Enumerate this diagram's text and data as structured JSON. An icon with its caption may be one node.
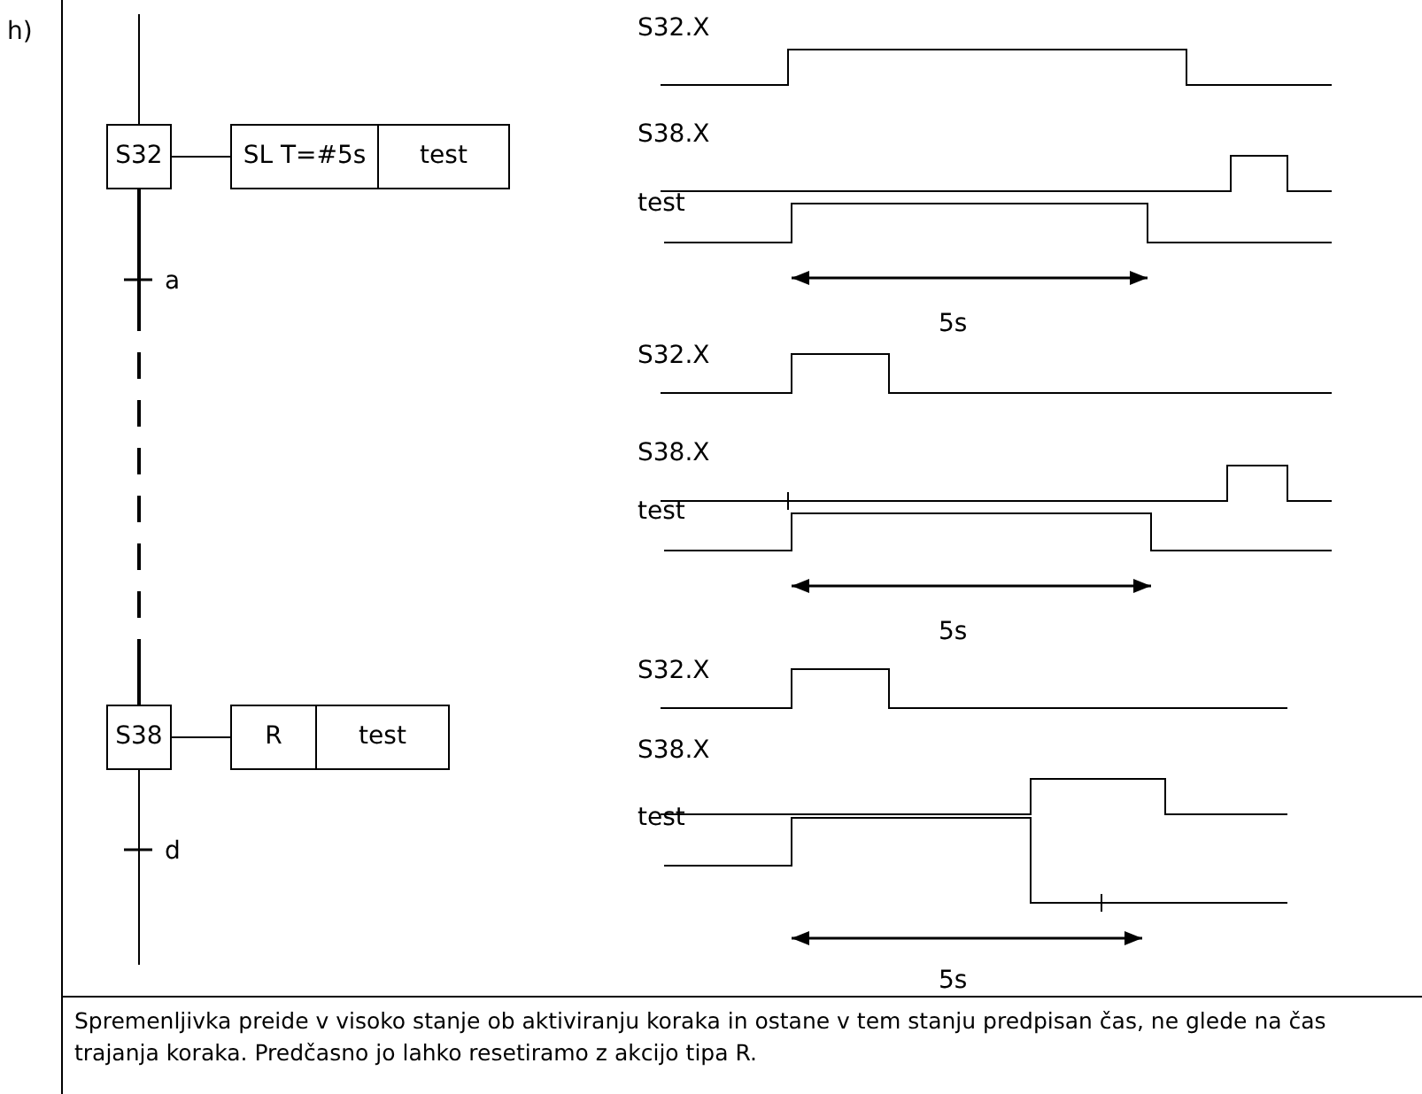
{
  "diagram": {
    "caption": "Spremenljivka preide v visoko stanje ob aktiviranju koraka in ostane v tem stanju predpisan čas, ne glede na čas trajanja koraka. Predčasno jo lahko resetiramo z akcijo tipa R.",
    "nodes": [
      {
        "text": [
          "S32"
        ]
      },
      {
        "text": [
          "SL T=#5s",
          "test"
        ]
      },
      {
        "text": [
          "S38"
        ]
      },
      {
        "text": [
          "R",
          "test"
        ]
      }
    ],
    "edges": [
      {
        "from": null,
        "to": 0,
        "arrow": "none"
      },
      {
        "from": 0,
        "to": 1,
        "arrow": "none"
      },
      {
        "from": 0,
        "to": 2,
        "arrow": "none",
        "style": "dashed"
      },
      {
        "from": 2,
        "to": 3,
        "arrow": "none"
      },
      {
        "from": 2,
        "to": null,
        "arrow": "none"
      }
    ],
    "labels": [
      "h)",
      "a",
      "d",
      "S32.X",
      "S38.X",
      "test",
      "5s",
      "S32.X",
      "S38.X",
      "test",
      "5s",
      "S32.X",
      "S38.X",
      "test",
      "5s"
    ]
  }
}
